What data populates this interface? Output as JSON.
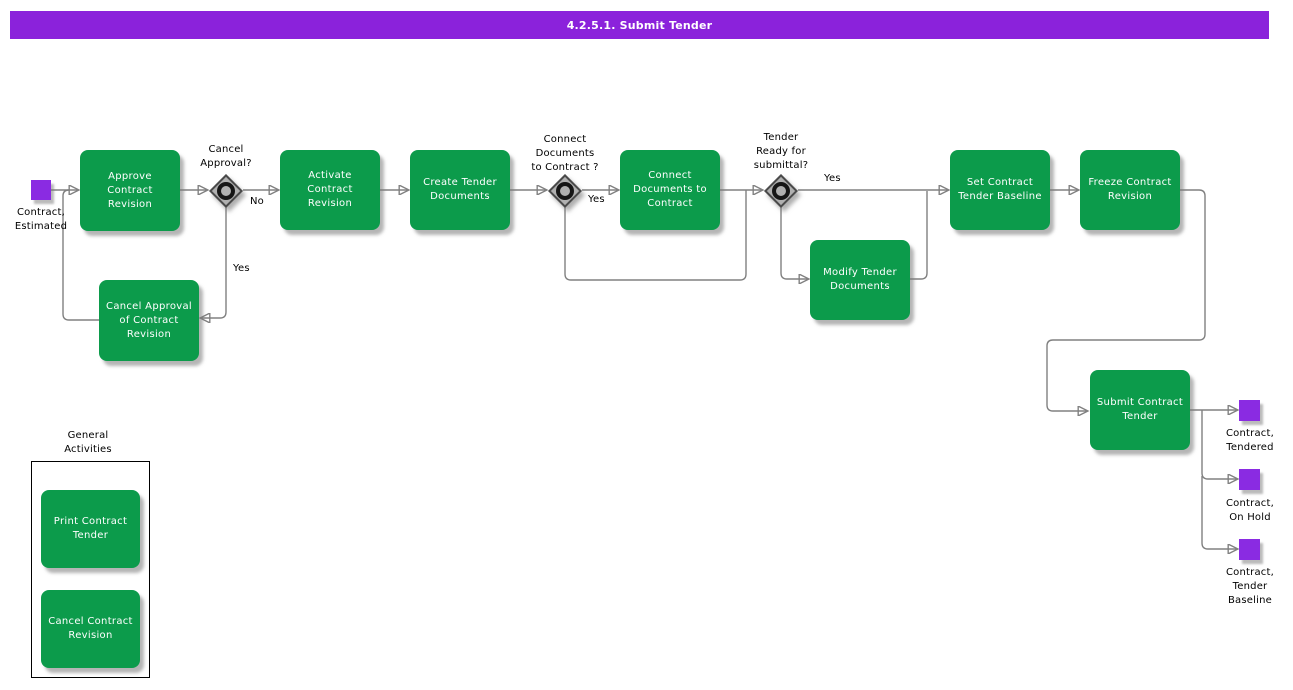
{
  "title": "4.2.5.1. Submit Tender",
  "colors": {
    "banner": "#8b22db",
    "activity_green": "#0c9b4b",
    "state_purple": "#8a2be2",
    "connector_gray": "#808080"
  },
  "start_state": {
    "label": "Contract,\nEstimated"
  },
  "activities": {
    "approve": {
      "label": "Approve\nContract\nRevision"
    },
    "cancel_approval": {
      "label": "Cancel Approval\nof Contract\nRevision"
    },
    "activate": {
      "label": "Activate\nContract\nRevision"
    },
    "create_tender": {
      "label": "Create Tender\nDocuments"
    },
    "connect_docs": {
      "label": "Connect\nDocuments to\nContract"
    },
    "modify_tender": {
      "label": "Modify Tender\nDocuments"
    },
    "set_baseline": {
      "label": "Set Contract\nTender Baseline"
    },
    "freeze": {
      "label": "Freeze Contract\nRevision"
    },
    "submit": {
      "label": "Submit Contract\nTender"
    }
  },
  "gateways": {
    "cancel_approval_q": {
      "label": "Cancel\nApproval?",
      "yes": "Yes",
      "no": "No"
    },
    "connect_docs_q": {
      "label": "Connect\nDocuments\nto Contract ?",
      "yes": "Yes"
    },
    "tender_ready_q": {
      "label": "Tender\nReady for\nsubmittal?",
      "yes": "Yes"
    }
  },
  "end_states": [
    {
      "label": "Contract,\nTendered"
    },
    {
      "label": "Contract,\nOn Hold"
    },
    {
      "label": "Contract,\nTender\nBaseline"
    }
  ],
  "general": {
    "label": "General\nActivities",
    "items": [
      {
        "label": "Print Contract\nTender"
      },
      {
        "label": "Cancel Contract\nRevision"
      }
    ]
  }
}
